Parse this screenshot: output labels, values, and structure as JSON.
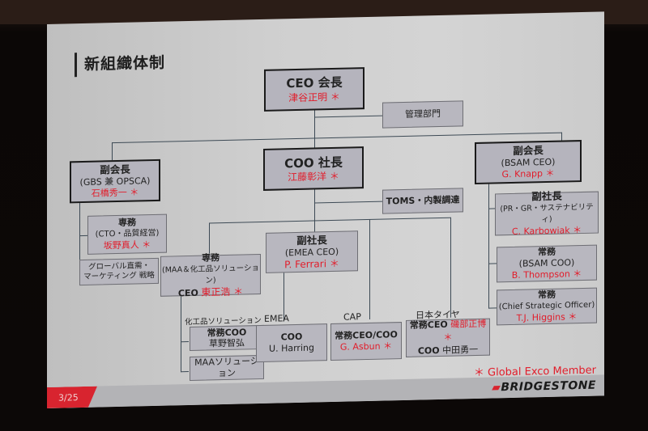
{
  "slide": {
    "title": "新組織体制",
    "page_number": "3/25",
    "brand_logo": "BRIDGESTONE",
    "legend": "＊ Global Exco Member",
    "accent_color": "#e21c2a",
    "footer_accent_color": "#d8242f"
  },
  "org": {
    "ceo": {
      "title": "CEO 会長",
      "name": "津谷正明 ＊"
    },
    "admin": {
      "label": "管理部門"
    },
    "coo": {
      "title": "COO 社長",
      "name": "江藤彰洋 ＊"
    },
    "toms": {
      "label": "TOMS・内製調達"
    },
    "vice_chair_left": {
      "title": "副会長",
      "sub": "(GBS 兼 OPSCA)",
      "name": "石橋秀一 ＊"
    },
    "senior_md_cto": {
      "title": "専務",
      "sub": "(CTO・品質経営)",
      "name": "坂野真人 ＊"
    },
    "global_marketing": {
      "line1": "グローバル直需・",
      "line2": "マーケティング 戦略"
    },
    "vice_chair_right": {
      "title": "副会長",
      "sub": "(BSAM CEO)",
      "name": "G. Knapp ＊"
    },
    "evp_pr": {
      "title": "副社長",
      "sub": "(PR・GR・サステナビリティ)",
      "name": "C. Karbowiak ＊"
    },
    "md_bsam_coo": {
      "title": "常務",
      "sub": "(BSAM COO)",
      "name": "B. Thompson ＊"
    },
    "md_cso": {
      "title": "常務",
      "sub": "(Chief Strategic Officer)",
      "name": "T.J. Higgins ＊"
    },
    "senior_md_maa": {
      "title": "専務",
      "sub": "(MAA＆化工品ソリューション)",
      "role": "CEO",
      "name": "東正浩 ＊"
    },
    "evp_emea": {
      "title": "副社長",
      "sub": "(EMEA CEO)",
      "name": "P. Ferrari ＊"
    },
    "chem_label": "化工品ソリューション",
    "chem_coo": {
      "title": "常務COO",
      "name": "草野智弘"
    },
    "maa_solution": {
      "label": "MAAソリューション"
    },
    "emea_label": "EMEA",
    "emea_coo": {
      "title": "COO",
      "name": "U. Harring"
    },
    "cap_label": "CAP",
    "cap": {
      "title": "常務CEO/COO",
      "name": "G. Asbun ＊"
    },
    "japan_label": "日本タイヤ",
    "japan": {
      "ceo_role": "常務CEO",
      "ceo_name": "磯部正博 ＊",
      "coo_role": "COO",
      "coo_name": "中田勇一"
    }
  }
}
